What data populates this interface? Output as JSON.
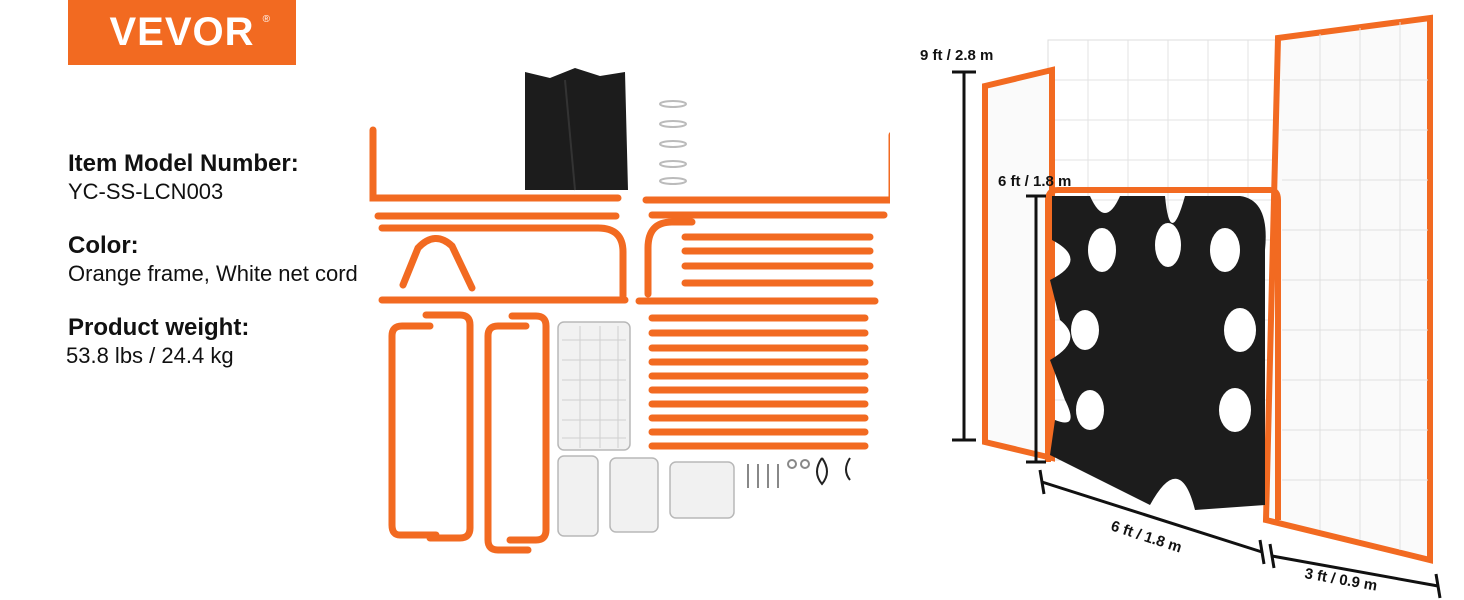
{
  "brand": {
    "name": "VEVOR",
    "registered_mark": "®",
    "color": "#f26a21"
  },
  "specs": [
    {
      "label": "Item Model Number:",
      "value": "YC-SS-LCN003"
    },
    {
      "label": "Color:",
      "value": "Orange frame, White net cord"
    },
    {
      "label": "Product weight:",
      "value": "53.8 lbs / 24.4 kg"
    }
  ],
  "dimensions": {
    "total_height": "9 ft / 2.8 m",
    "goal_height": "6 ft / 1.8 m",
    "goal_width": "6 ft / 1.8 m",
    "side_depth": "3 ft / 0.9 m"
  },
  "colors": {
    "frame": "#f26a21",
    "target": "#1c1c1c",
    "net": "#d9d9d9",
    "dimension_line": "#111111"
  }
}
